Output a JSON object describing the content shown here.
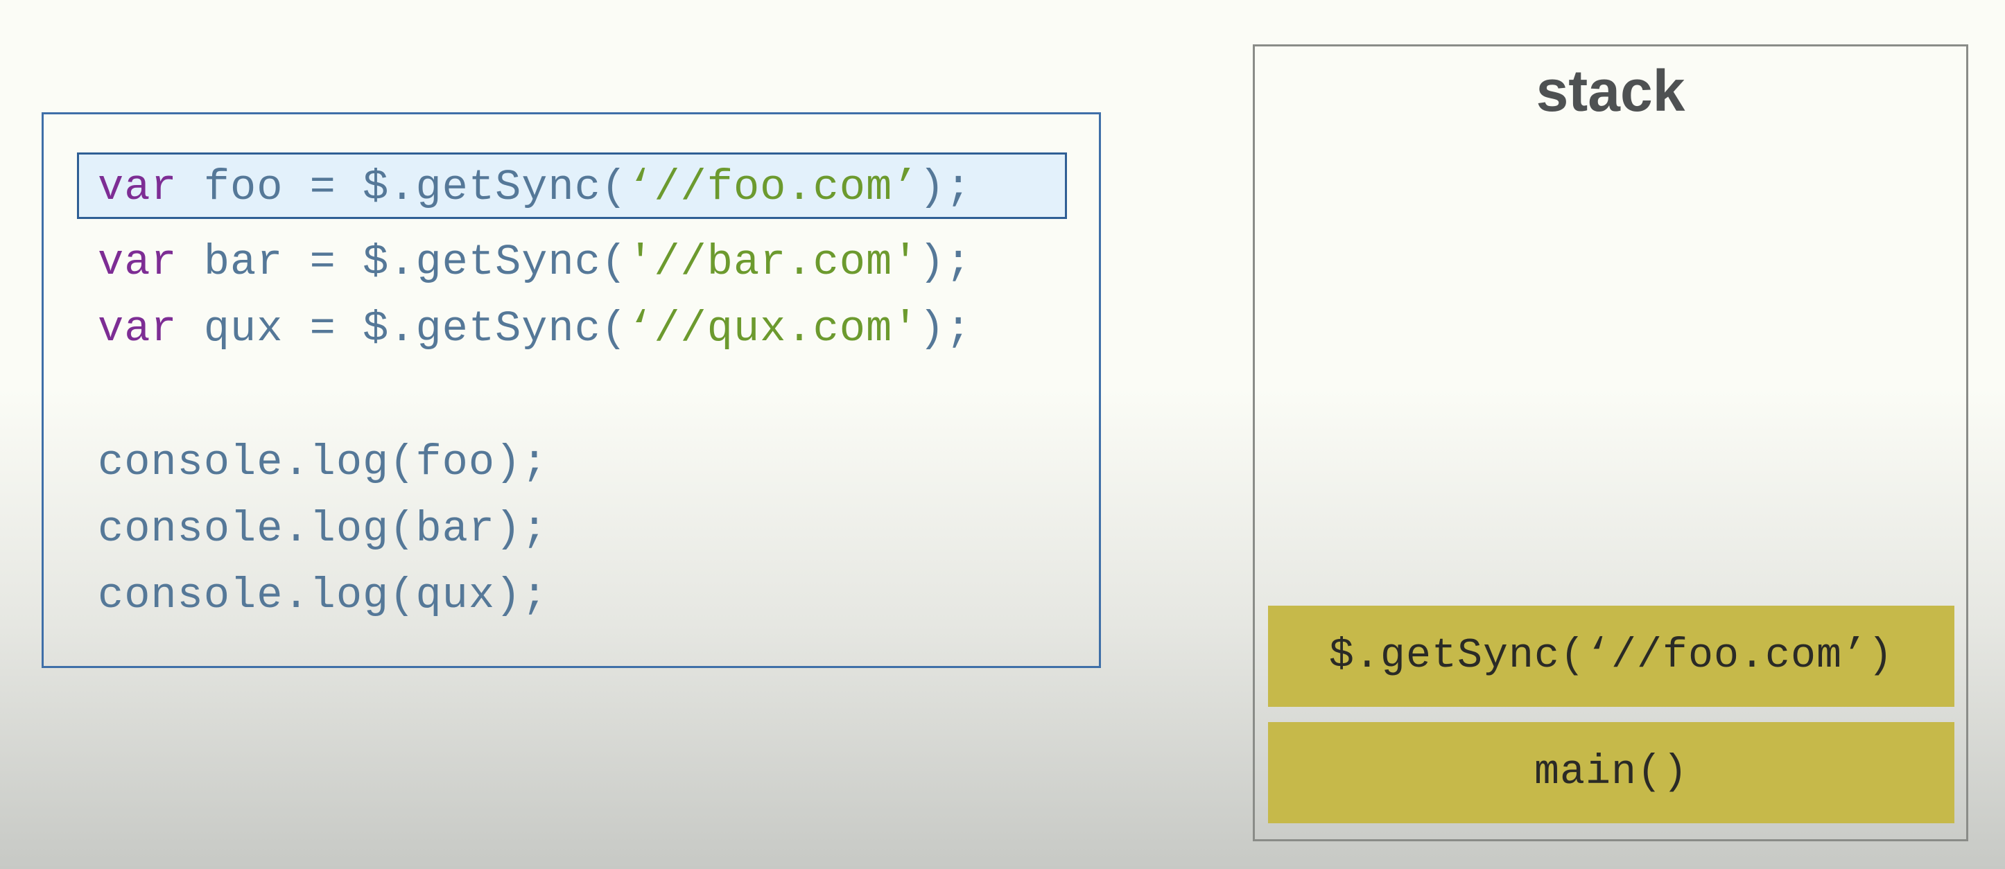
{
  "code": {
    "lines": [
      {
        "kw": "var",
        "name": " foo = $.getSync(",
        "str": "‘//foo.com’",
        "end": ");"
      },
      {
        "kw": "var",
        "name": " bar = $.getSync(",
        "str": "'//bar.com'",
        "end": ");"
      },
      {
        "kw": "var",
        "name": " qux = $.getSync(",
        "str": "‘//qux.com'",
        "end": ");"
      },
      {
        "text": "console.log(foo);"
      },
      {
        "text": "console.log(bar);"
      },
      {
        "text": "console.log(qux);"
      }
    ],
    "highlight_color": "#e3f1fb",
    "keyword_color": "#7d2d94",
    "string_color": "#6c9a2e"
  },
  "stack": {
    "title": "stack",
    "frames": [
      "$.getSync(‘//foo.com’)",
      "main()"
    ],
    "frame_color": "#c6b94a"
  }
}
